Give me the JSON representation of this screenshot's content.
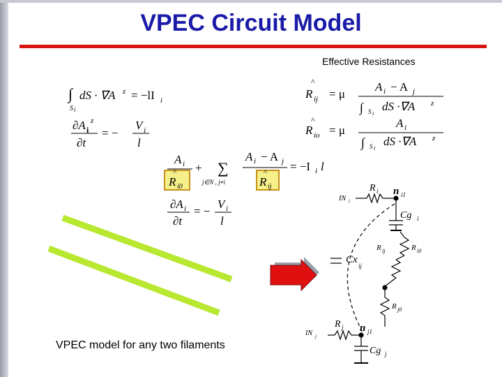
{
  "slide": {
    "title": "VPEC Circuit Model",
    "effective_label": "Effective Resistances",
    "caption": "VPEC model for any two filaments"
  },
  "colors": {
    "title": "#1a1aa8",
    "rule": "#d81414",
    "filament": "#b8e830",
    "arrow": "#e01010",
    "highlight_fill": "#f6f08a",
    "highlight_border": "#c8901a"
  },
  "circuit": {
    "labels": {
      "source_i": "IN",
      "source_i_sub": "i",
      "r_i": "R",
      "r_i_sub": "i",
      "n_i": "n",
      "n_i_sub": "i1",
      "cg_i": "Cg",
      "cg_i_sub": "i",
      "r_ij": "R",
      "r_ij_sub": "ij",
      "r_i0": "R",
      "r_i0_sub": "i0",
      "cx_ij": "Cx",
      "cx_ij_sub": "ij",
      "r_j0": "R",
      "r_j0_sub": "j0",
      "source_j": "IN",
      "source_j_sub": "j",
      "r_j": "R",
      "r_j_sub": "j",
      "n_j": "n",
      "n_j_sub": "j1",
      "cg_j": "Cg",
      "cg_j_sub": "j"
    }
  },
  "icons": {
    "arrow": "right-arrow-icon",
    "filaments": "filament-bars"
  }
}
